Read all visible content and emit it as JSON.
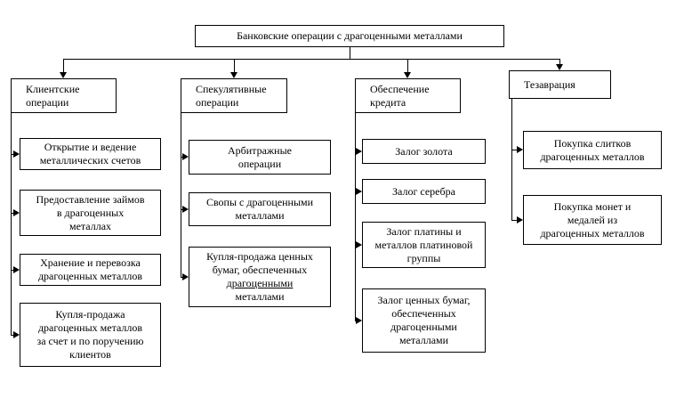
{
  "title": "Банковские операции с драгоценными  металлами",
  "colors": {
    "line": "#000000",
    "border": "#000000",
    "background": "#ffffff",
    "text": "#000000"
  },
  "columns": [
    {
      "header": "Клиентские\nоперации",
      "items": [
        {
          "text": "Открытие и ведение\nметаллических счетов"
        },
        {
          "text": "Предоставление займов\nв драгоценных\nметаллах"
        },
        {
          "text": "Хранение и перевозка\nдрагоценных металлов"
        },
        {
          "text": "Купля-продажа\nдрагоценных металлов\nза счет и по поручению\nклиентов"
        }
      ]
    },
    {
      "header": "Спекулятивные\nоперации",
      "items": [
        {
          "text": "Арбитражные\nоперации"
        },
        {
          "text": "Свопы с драгоценными\nметаллами"
        },
        {
          "pre": "Купля-продажа ценных\nбумаг, обеспеченных\n",
          "underlined": "драгоценными",
          "post": "\nметаллами"
        }
      ]
    },
    {
      "header": "Обеспечение\nкредита",
      "items": [
        {
          "text": "Залог золота"
        },
        {
          "text": "Залог серебра"
        },
        {
          "text": "Залог платины и\nметаллов платиновой\nгруппы"
        },
        {
          "text": "Залог ценных бумаг,\nобеспеченных\nдрагоценными\nметаллами"
        }
      ]
    },
    {
      "header": "Тезаврация",
      "items": [
        {
          "text": "Покупка слитков\nдрагоценных металлов"
        },
        {
          "text": "Покупка монет и\nмедалей из\nдрагоценных металлов"
        }
      ]
    }
  ]
}
